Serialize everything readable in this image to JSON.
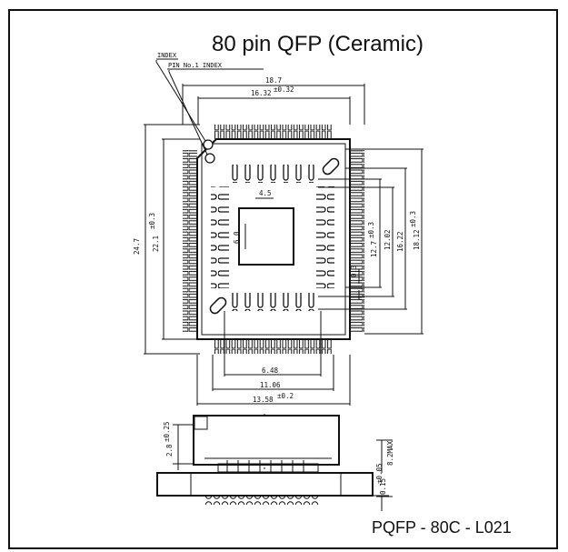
{
  "title": "80 pin QFP (Ceramic)",
  "package_code": "PQFP - 80C - L021",
  "labels": {
    "index": "INDEX",
    "pin1_index": "PIN No.1 INDEX"
  },
  "dimensions": {
    "outer_width": "18.7",
    "body_width": "16.32",
    "body_width_tol": "±0.32",
    "die_width": "4.5",
    "die_height": "6.0",
    "outer_height": "24.7",
    "body_height": "22.1",
    "body_height_tol": "±0.3",
    "lead_pitch": "0.3",
    "inner_row_1": "12.7",
    "inner_row_1_tol": "±0.3",
    "inner_row_2": "12.02",
    "inner_row_3": "16.22",
    "right_height": "18.12",
    "right_height_tol": "±0.3",
    "bottom_inner": "6.48",
    "bottom_mid": "11.06",
    "bottom_outer": "13.58",
    "bottom_outer_tol": "±0.2",
    "side_height": "2.8",
    "side_height_tol": "±0.25",
    "max_height": "8.2MAX",
    "standoff": "0.15",
    "standoff_tol": "±0.05"
  }
}
